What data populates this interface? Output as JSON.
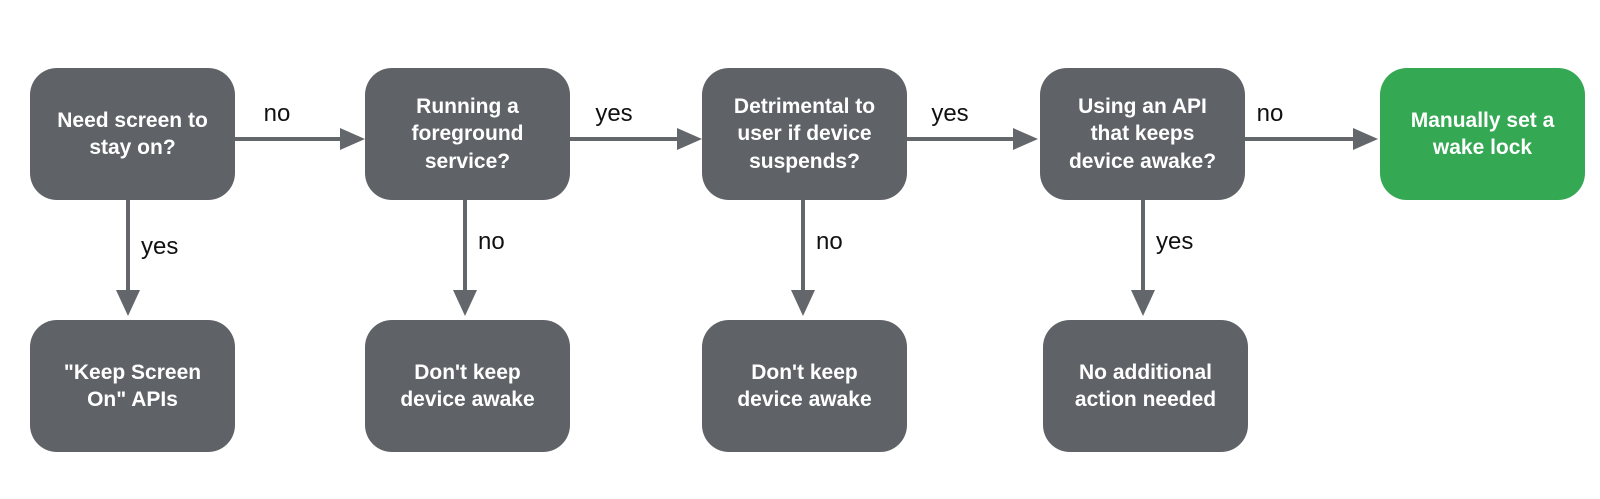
{
  "colors": {
    "canvas_bg": "#ffffff",
    "node_gray": "#5f6368",
    "node_green": "#34a853",
    "node_text": "#ffffff",
    "arrow": "#63676b",
    "edge_label": "#111111"
  },
  "flowchart": {
    "top_row": [
      {
        "id": "need-screen-on",
        "kind": "question",
        "label": "Need screen to stay on?"
      },
      {
        "id": "foreground-service",
        "kind": "question",
        "label": "Running a foreground service?"
      },
      {
        "id": "detrimental-suspend",
        "kind": "question",
        "label": "Detrimental to user if device suspends?"
      },
      {
        "id": "api-keeps-awake",
        "kind": "question",
        "label": "Using an API that keeps device awake?"
      },
      {
        "id": "manual-wake-lock",
        "kind": "action",
        "label": "Manually set a wake lock"
      }
    ],
    "bottom_row": [
      {
        "id": "keep-screen-on-apis",
        "kind": "outcome",
        "label": "\"Keep Screen On\" APIs"
      },
      {
        "id": "dont-keep-awake-1",
        "kind": "outcome",
        "label": "Don't keep device awake"
      },
      {
        "id": "dont-keep-awake-2",
        "kind": "outcome",
        "label": "Don't keep device awake"
      },
      {
        "id": "no-additional-action",
        "kind": "outcome",
        "label": "No additional action needed"
      }
    ],
    "edges": [
      {
        "from": "need-screen-on",
        "to": "foreground-service",
        "direction": "right",
        "label": "no"
      },
      {
        "from": "need-screen-on",
        "to": "keep-screen-on-apis",
        "direction": "down",
        "label": "yes"
      },
      {
        "from": "foreground-service",
        "to": "detrimental-suspend",
        "direction": "right",
        "label": "yes"
      },
      {
        "from": "foreground-service",
        "to": "dont-keep-awake-1",
        "direction": "down",
        "label": "no"
      },
      {
        "from": "detrimental-suspend",
        "to": "api-keeps-awake",
        "direction": "right",
        "label": "yes"
      },
      {
        "from": "detrimental-suspend",
        "to": "dont-keep-awake-2",
        "direction": "down",
        "label": "no"
      },
      {
        "from": "api-keeps-awake",
        "to": "manual-wake-lock",
        "direction": "right",
        "label": "no"
      },
      {
        "from": "api-keeps-awake",
        "to": "no-additional-action",
        "direction": "down",
        "label": "yes"
      }
    ]
  }
}
